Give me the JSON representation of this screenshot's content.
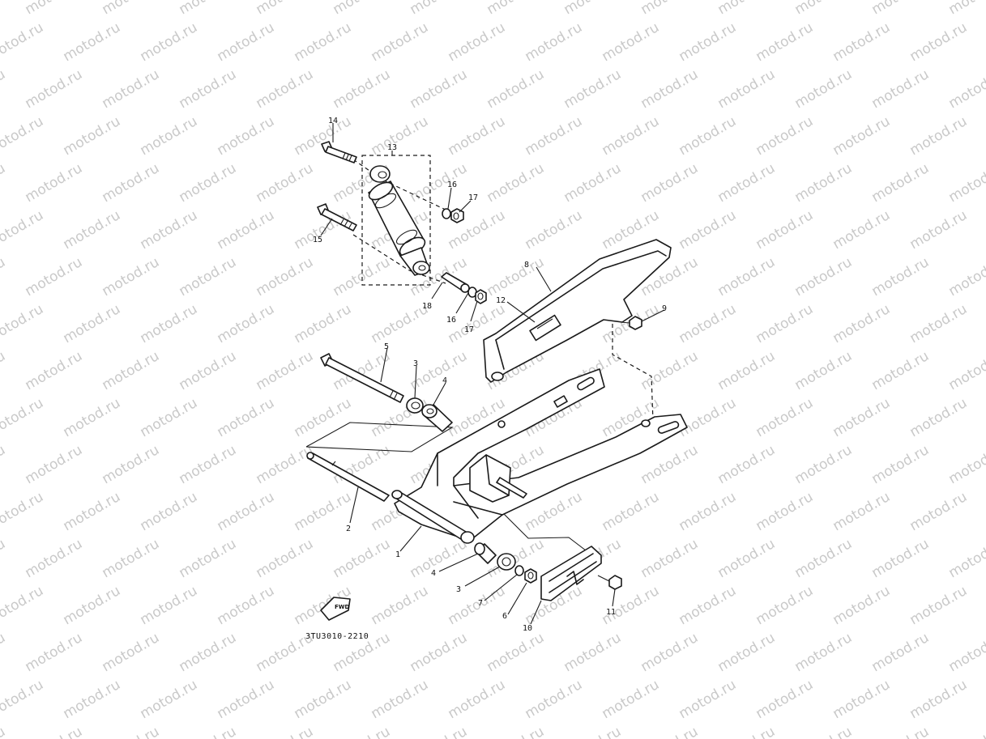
{
  "watermark": {
    "text": "motod.ru",
    "color": "#c9c9c9"
  },
  "diagram": {
    "drawing_code": "3TU3010-2210",
    "fwd_label": "FWD",
    "callouts": {
      "c1": "1",
      "c2": "2",
      "c3a": "3",
      "c3b": "3",
      "c4a": "4",
      "c4b": "4",
      "c5": "5",
      "c6": "6",
      "c7": "7",
      "c8": "8",
      "c9": "9",
      "c10": "10",
      "c11": "11",
      "c12": "12",
      "c13": "13",
      "c14": "14",
      "c15": "15",
      "c16a": "16",
      "c16b": "16",
      "c17a": "17",
      "c17b": "17",
      "c18": "18"
    }
  }
}
